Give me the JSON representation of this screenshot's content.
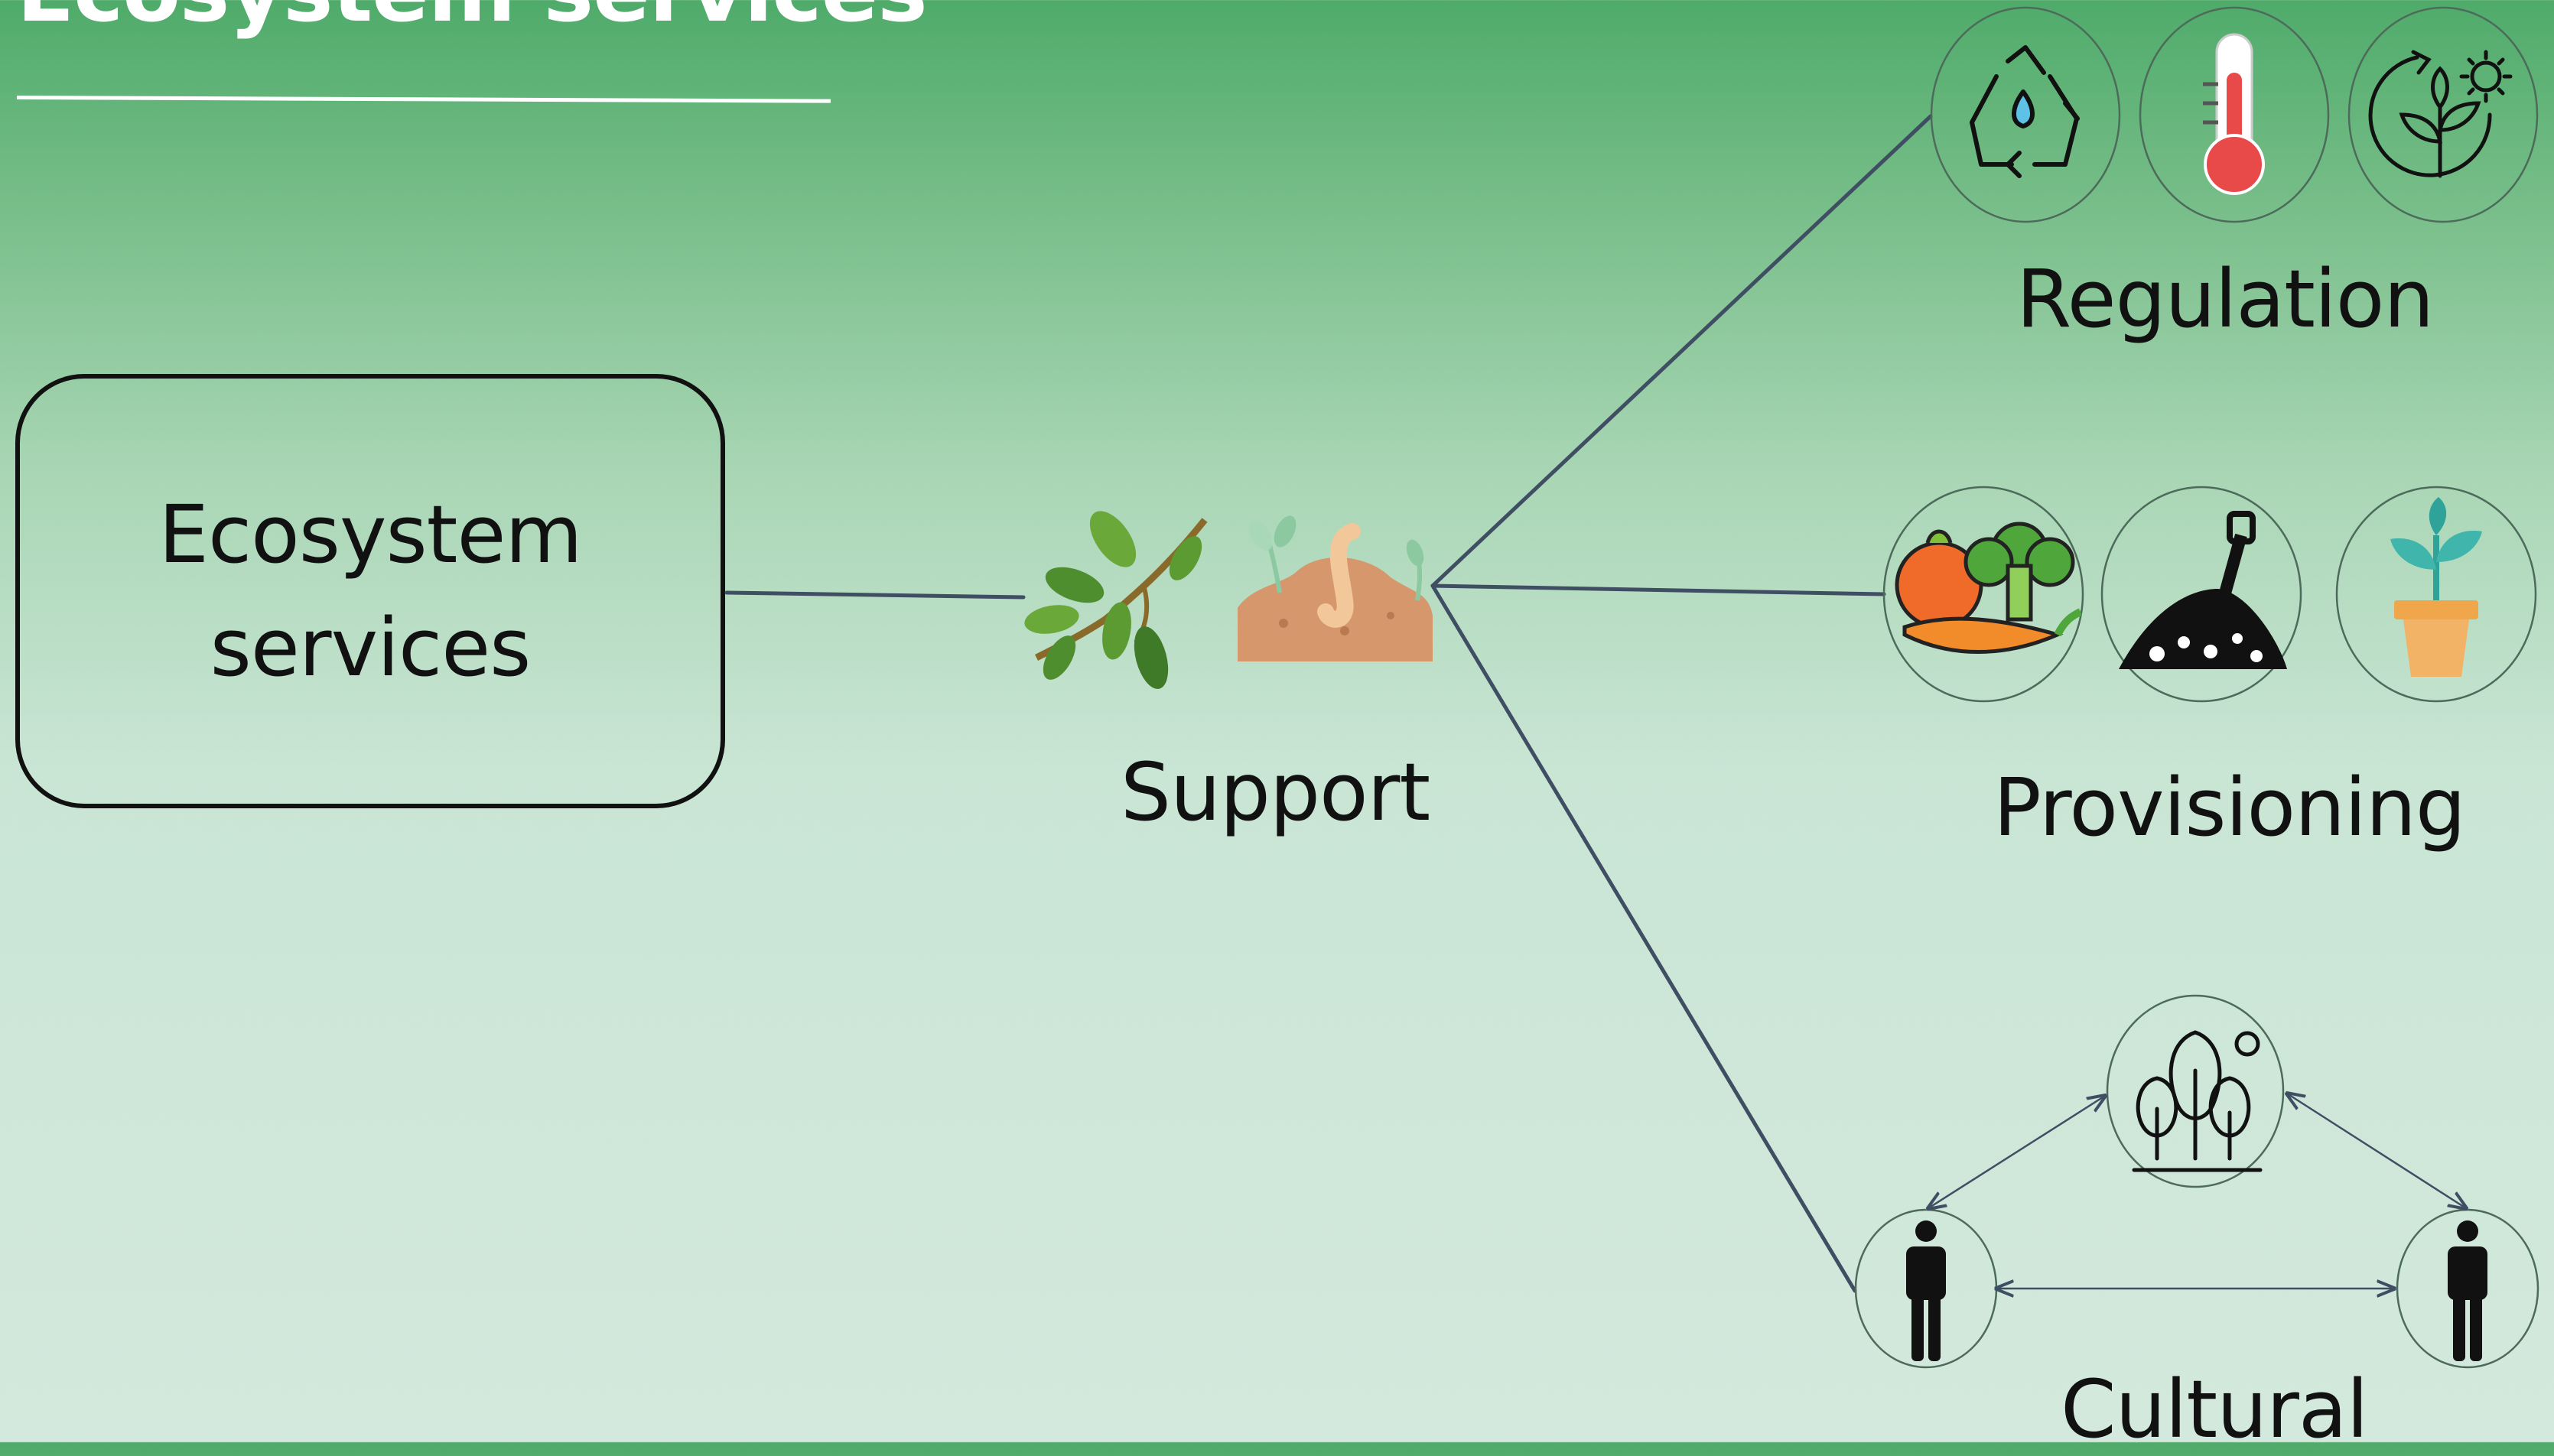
{
  "title": "Ecosystem services",
  "root": {
    "label": "Ecosystem services"
  },
  "categories": {
    "support": {
      "label": "Support",
      "icons": [
        "leafy-branch-icon",
        "soil-worm-sprout-icon"
      ]
    },
    "regulation": {
      "label": "Regulation",
      "icons": [
        "water-cycle-icon",
        "thermometer-icon",
        "plant-growth-cycle-icon"
      ]
    },
    "provisioning": {
      "label": "Provisioning",
      "icons": [
        "vegetables-icon",
        "shovel-soil-icon",
        "potted-plant-icon"
      ]
    },
    "cultural": {
      "label": "Cultural",
      "icons": [
        "forest-icon",
        "person-icon",
        "person-icon"
      ]
    }
  },
  "colors": {
    "connector": "#3f4e63",
    "circle_stroke": "#4d6b5a",
    "text": "#111111",
    "title": "#ffffff"
  }
}
